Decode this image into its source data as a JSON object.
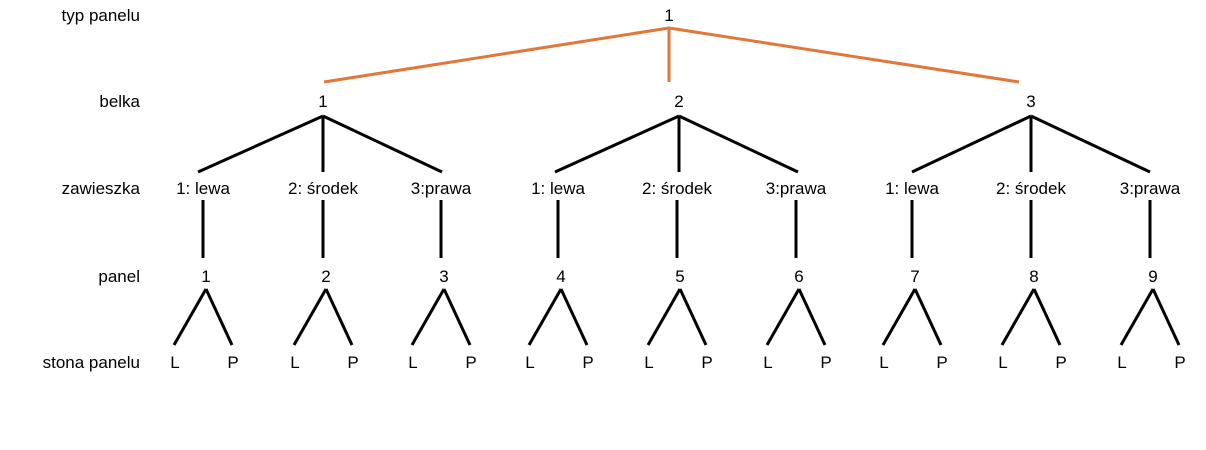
{
  "colors": {
    "root": "#e8141c",
    "root_edges": "#e2773a",
    "edges": "#000000"
  },
  "level_labels": [
    "typ panelu",
    "belka",
    "zawieszka",
    "panel",
    "stona panelu"
  ],
  "root": "1",
  "belki": [
    {
      "label": "1",
      "zawieszki": [
        "1: lewa",
        "2: środek",
        "3:prawa"
      ],
      "panels": [
        "1",
        "2",
        "3"
      ]
    },
    {
      "label": "2",
      "zawieszki": [
        "1: lewa",
        "2: środek",
        "3:prawa"
      ],
      "panels": [
        "4",
        "5",
        "6"
      ]
    },
    {
      "label": "3",
      "zawieszki": [
        "1: lewa",
        "2: środek",
        "3:prawa"
      ],
      "panels": [
        "7",
        "8",
        "9"
      ]
    }
  ],
  "sides": [
    "L",
    "P"
  ]
}
